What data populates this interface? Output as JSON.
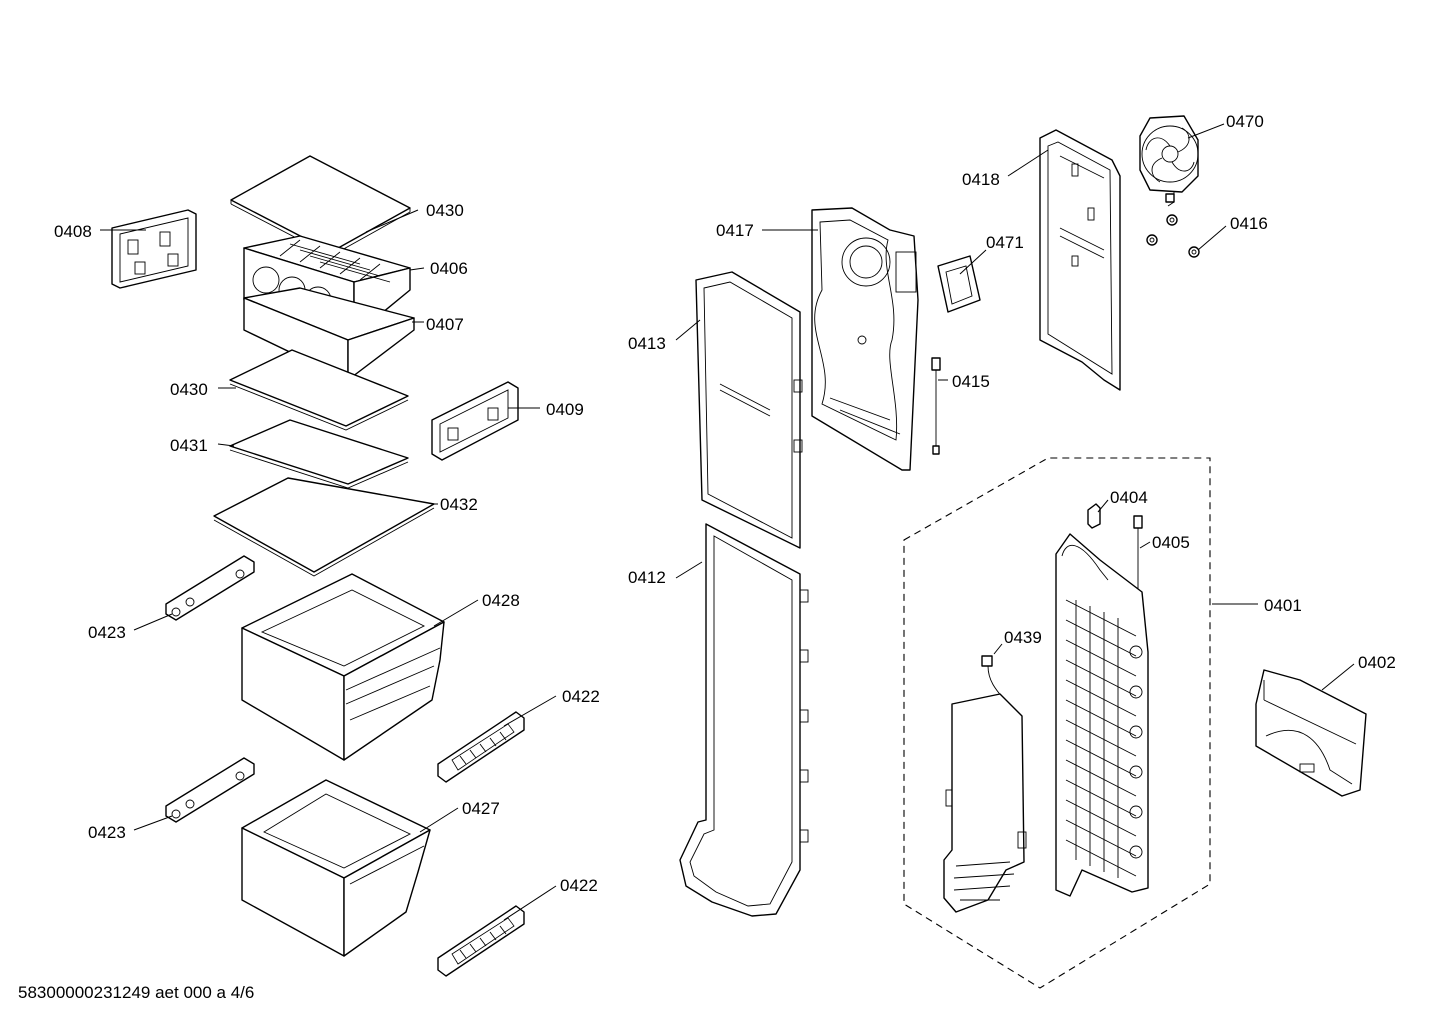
{
  "labels": {
    "p0408": "0408",
    "p0430a": "0430",
    "p0406": "0406",
    "p0407": "0407",
    "p0430b": "0430",
    "p0409": "0409",
    "p0431": "0431",
    "p0432": "0432",
    "p0423a": "0423",
    "p0428": "0428",
    "p0422a": "0422",
    "p0423b": "0423",
    "p0427": "0427",
    "p0422b": "0422",
    "p0417": "0417",
    "p0413": "0413",
    "p0412": "0412",
    "p0471": "0471",
    "p0415": "0415",
    "p0418": "0418",
    "p0470": "0470",
    "p0416": "0416",
    "p0404": "0404",
    "p0405": "0405",
    "p0401": "0401",
    "p0439": "0439",
    "p0402": "0402"
  },
  "footer": "58300000231249 aet 000 a 4/6"
}
